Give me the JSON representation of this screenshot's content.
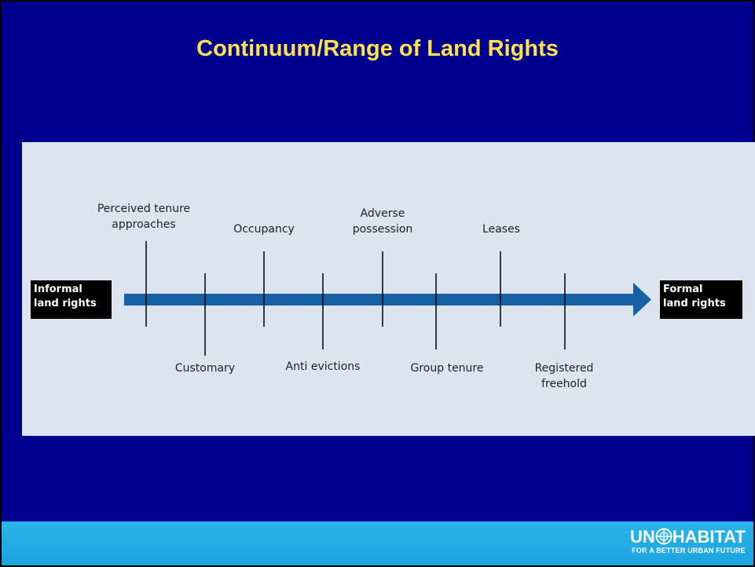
{
  "slide": {
    "title": "Continuum/Range of Land Rights"
  },
  "diagram": {
    "start_label": "Informal\nland rights",
    "end_label": "Formal\nland rights",
    "arrow_color": "#1760a5",
    "above": [
      {
        "label": "Perceived tenure\napproaches"
      },
      {
        "label": "Occupancy"
      },
      {
        "label": "Adverse\npossession"
      },
      {
        "label": "Leases"
      }
    ],
    "below": [
      {
        "label": "Customary"
      },
      {
        "label": "Anti evictions"
      },
      {
        "label": "Group tenure"
      },
      {
        "label": "Registered\nfreehold"
      }
    ]
  },
  "footer": {
    "logo_left": "UN",
    "logo_right": "HABITAT",
    "tagline": "FOR A BETTER URBAN FUTURE",
    "icon": "globe-icon"
  },
  "colors": {
    "background": "#00008f",
    "title": "#ffe14d",
    "panel": "#dbe4ef",
    "footer": "#1aa4de"
  }
}
